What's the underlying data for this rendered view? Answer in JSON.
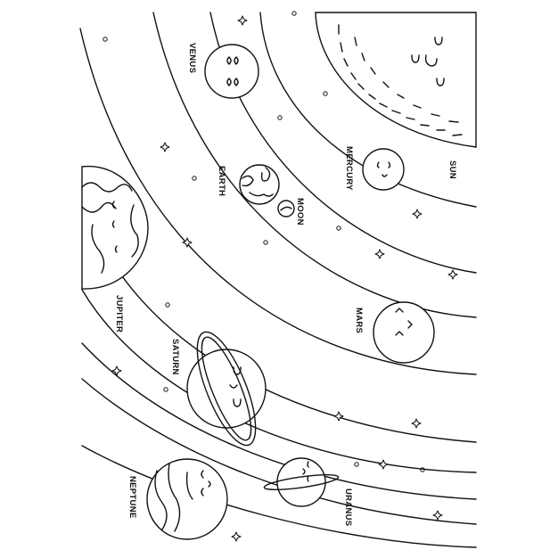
{
  "labels": {
    "sun": "SUN",
    "mercury": "MERCURY",
    "venus": "VENUS",
    "earth": "EARTH",
    "moon": "MOON",
    "mars": "MARS",
    "jupiter": "JUPITER",
    "saturn": "SATURN",
    "uranus": "URANUS",
    "neptune": "NEPTUNE"
  },
  "style": {
    "line_color": "#111111",
    "background": "#ffffff"
  }
}
